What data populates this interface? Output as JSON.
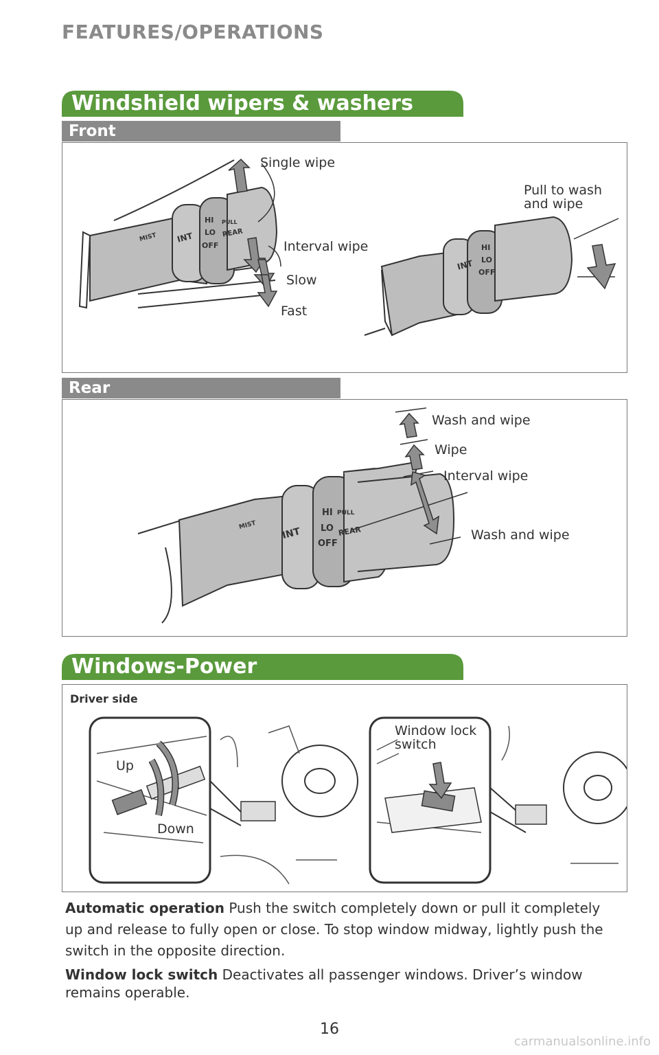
{
  "header": {
    "section": "FEATURES/OPERATIONS"
  },
  "wipers": {
    "title": "Windshield wipers & washers",
    "front": {
      "tab": "Front",
      "labels": {
        "single_wipe": "Single wipe",
        "interval_wipe": "Interval wipe",
        "slow": "Slow",
        "fast": "Fast",
        "pull_to_wash_1": "Pull to wash",
        "pull_to_wash_2": "and wipe"
      }
    },
    "rear": {
      "tab": "Rear",
      "labels": {
        "wash_and_wipe_top": "Wash and wipe",
        "wipe": "Wipe",
        "interval_wipe": "Interval wipe",
        "wash_and_wipe_bottom": "Wash and wipe"
      }
    },
    "stalk_marks": {
      "mist": "MIST",
      "off": "OFF",
      "int": "INT",
      "lo": "LO",
      "hi": "HI",
      "int_big": "INT",
      "hi2": "HI",
      "lo2": "LO",
      "off2": "OFF",
      "pull": "PULL",
      "rear": "REAR"
    }
  },
  "windows": {
    "title": "Windows-Power",
    "driver_side": "Driver side",
    "labels": {
      "up": "Up",
      "down": "Down",
      "lock_1": "Window lock",
      "lock_2": "switch"
    }
  },
  "text": {
    "auto_title": "Automatic operation",
    "auto_body": " Push the switch completely down or pull it completely up and release to fully open or close. To stop window midway, lightly push the switch in the opposite direction.",
    "lock_title": "Window lock switch",
    "lock_body": " Deactivates all passenger windows. Driver’s window remains operable."
  },
  "footer": {
    "page": "16",
    "watermark": "carmanualsonline.info"
  },
  "colors": {
    "green": "#5a9a3c",
    "gray_tab": "#8a8a8a",
    "stalk": "#b9b9b9",
    "arrow": "#8f8f8f"
  }
}
